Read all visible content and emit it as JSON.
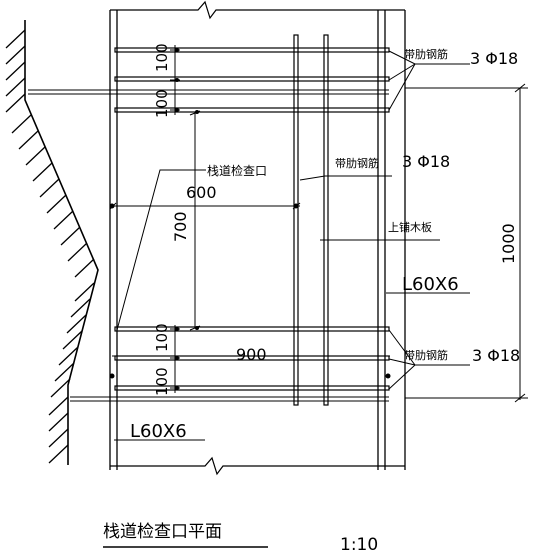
{
  "labels": {
    "rib_bar_top": "带肋钢筋",
    "rib_bar_top_spec": "3 Φ18",
    "rib_bar_mid": "带肋钢筋",
    "rib_bar_mid_spec": "3 Φ18",
    "rib_bar_bot": "带肋钢筋",
    "rib_bar_bot_spec": "3 Φ18",
    "opening": "栈道检查口",
    "timber_board": "上铺木板",
    "angle_right": "L60X6",
    "angle_left": "L60X6"
  },
  "dimensions": {
    "d100_top_a": "100",
    "d100_top_b": "100",
    "d600": "600",
    "d700": "700",
    "d1000": "1000",
    "d900": "900",
    "d100_bot_a": "100",
    "d100_bot_b": "100"
  },
  "title": {
    "name": "栈道检查口平面",
    "scale": "1:10"
  }
}
